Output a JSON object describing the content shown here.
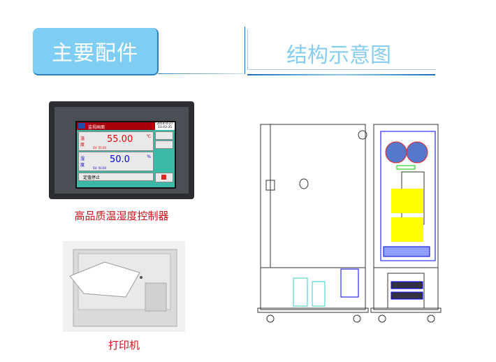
{
  "header": {
    "left_title": "主要配件",
    "right_title": "结构示意图"
  },
  "controller": {
    "caption": "高品质温湿度控制器",
    "screen_title": "监视画面",
    "date": "2014-0-27",
    "time": "13:43:35",
    "temp_label": "温度",
    "temp_value": "55.00",
    "temp_unit": "℃",
    "temp_sv": "SV: 55.00",
    "hum_label": "湿度",
    "hum_value": "50.0",
    "hum_unit": "%",
    "hum_sv": "SV: 50.00",
    "status": "定值停止"
  },
  "printer": {
    "caption": "打印机"
  }
}
